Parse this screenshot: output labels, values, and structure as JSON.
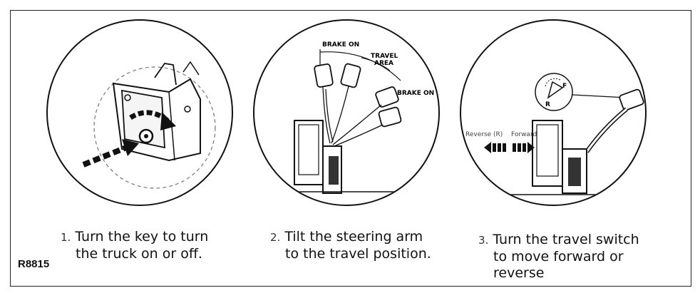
{
  "figure_code": "R8815",
  "steps": [
    {
      "number": "1.",
      "lines": [
        "Turn the key to turn",
        "the truck on or off."
      ]
    },
    {
      "number": "2.",
      "lines": [
        "Tilt the steering arm",
        "to the travel position."
      ]
    },
    {
      "number": "3.",
      "lines": [
        "Turn the travel switch",
        "to move forward or",
        "reverse"
      ]
    }
  ],
  "panel2_labels": {
    "brake_on_top": "BRAKE ON",
    "travel_area_1": "TRAVEL",
    "travel_area_2": "AREA",
    "brake_on_bottom": "BRAKE ON"
  },
  "panel3_labels": {
    "reverse": "Reverse (R)",
    "forward": "Forward",
    "switch_r": "R",
    "switch_f": "F"
  }
}
